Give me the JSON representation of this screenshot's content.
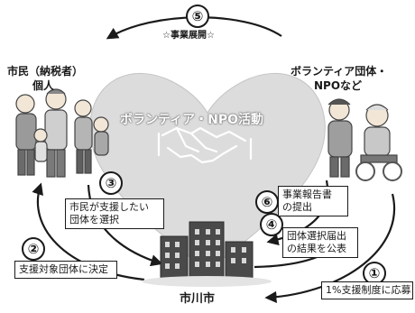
{
  "steps": {
    "s1": "①",
    "s2": "②",
    "s3": "③",
    "s4": "④",
    "s5": "⑤",
    "s6": "⑥"
  },
  "labels": {
    "top_event": "☆事業展開☆",
    "citizens_line1": "市民（納税者）",
    "citizens_line2": "個人",
    "groups_line1": "ボランティア団体・",
    "groups_line2": "NPOなど",
    "city": "市川市",
    "heart_title": "ボランティア・NPO活動"
  },
  "boxes": {
    "select_line1": "市民が支援したい",
    "select_line2": "団体を選択",
    "decide": "支援対象団体に決定",
    "report_line1": "事業報告書",
    "report_line2": "の提出",
    "announce_line1": "団体選択届出",
    "announce_line2": "の結果を公表",
    "apply": "1%支援制度に応募"
  },
  "colors": {
    "heart": "#dcdcdc",
    "ink": "#1a1a1a",
    "building": "#4a4a4a"
  }
}
